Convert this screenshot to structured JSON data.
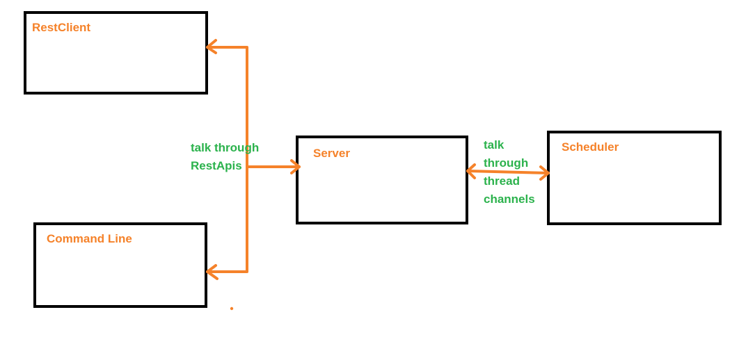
{
  "colors": {
    "box_label": "#f5822a",
    "arrow": "#f5822a",
    "connection_label": "#2bb24c",
    "box_stroke": "#000000"
  },
  "nodes": {
    "restclient": {
      "label": "RestClient"
    },
    "command_line": {
      "label": "Command Line"
    },
    "server": {
      "label": "Server"
    },
    "scheduler": {
      "label": "Scheduler"
    }
  },
  "edges": {
    "clients_server": {
      "label_lines": [
        "talk through",
        "RestApis"
      ]
    },
    "server_scheduler": {
      "label_lines": [
        "talk",
        "through",
        "thread",
        "channels"
      ]
    }
  }
}
